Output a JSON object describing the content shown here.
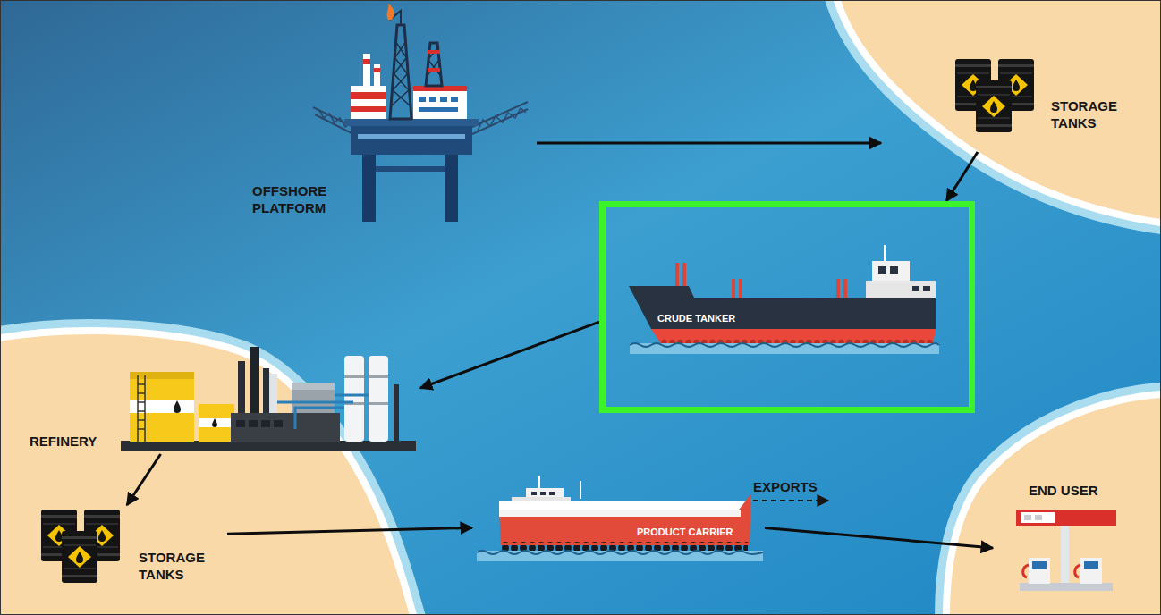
{
  "diagram": {
    "nodes": [
      {
        "text": [
          "OFFSHORE PLATFORM"
        ]
      },
      {
        "text": [
          "STORAGE TANKS"
        ]
      },
      {
        "text": [
          "CRUDE TANKER"
        ]
      },
      {
        "text": [
          "REFINERY"
        ]
      },
      {
        "text": [
          "STORAGE TANKS"
        ]
      },
      {
        "text": [
          "PRODUCT CARRIER"
        ]
      },
      {
        "text": [
          "END USER"
        ]
      }
    ],
    "edges": [
      {
        "from": 0,
        "to": 1,
        "arrow": "to"
      },
      {
        "from": 1,
        "to": 2,
        "arrow": "to"
      },
      {
        "from": 2,
        "to": 3,
        "arrow": "to"
      },
      {
        "from": 3,
        "to": 4,
        "arrow": "to"
      },
      {
        "from": 4,
        "to": 5,
        "arrow": "to"
      },
      {
        "from": 5,
        "to": 6,
        "arrow": "to"
      }
    ],
    "labels": [
      "EXPORTS"
    ]
  }
}
